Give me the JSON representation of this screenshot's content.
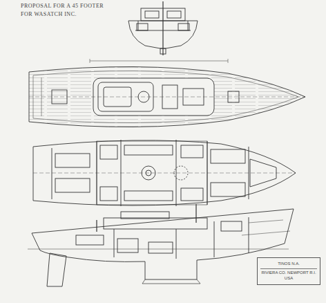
{
  "diagram": {
    "title": "PROPOSAL FOR A 45 FOOTER",
    "nodes": [
      {
        "text": [
          "TINOS N.A.",
          "RIVIERA CO. NEWPORT R.I. USA"
        ]
      }
    ],
    "labels": [
      "FOR WASATCH INC."
    ]
  }
}
